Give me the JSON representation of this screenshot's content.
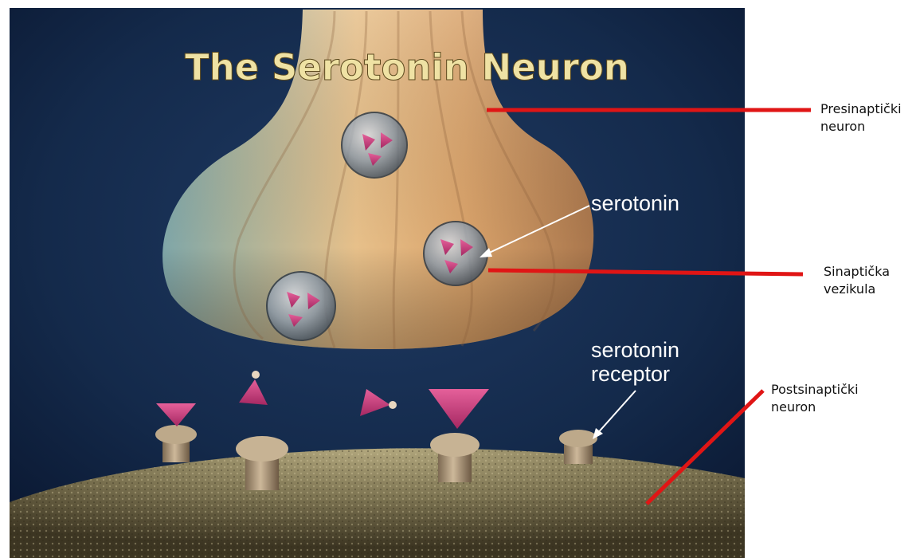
{
  "illustration": {
    "title": "The Serotonin Neuron",
    "label_serotonin": "serotonin",
    "label_receptor_line1": "serotonin",
    "label_receptor_line2": "receptor"
  },
  "annotations": {
    "presynaptic": {
      "line1": "Presinaptički",
      "line2": "neuron"
    },
    "vesicle": {
      "line1": "Sinaptička",
      "line2": "vezikula"
    },
    "postsynaptic": {
      "line1": "Postsinaptički",
      "line2": "neuron"
    }
  },
  "colors": {
    "pointer_line": "#e01515",
    "background_dark": "#0c1b33",
    "neuron_tan": "#d9ad7c",
    "molecule_pink": "#d2407e"
  }
}
